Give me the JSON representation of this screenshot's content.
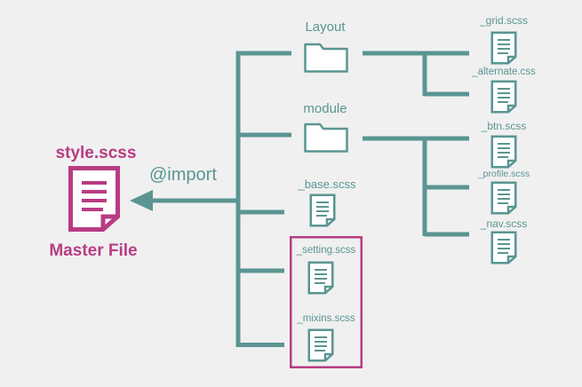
{
  "colors": {
    "background": "#f0f0f0",
    "teal": "#5a9592",
    "magenta": "#b83c83"
  },
  "master": {
    "filename": "style.scss",
    "caption": "Master File",
    "icon": "file-icon"
  },
  "import_label": "@import",
  "folders": {
    "layout": {
      "name": "Layout",
      "icon": "folder-icon",
      "files": [
        "_grid.scss",
        "_alternate.css"
      ]
    },
    "module": {
      "name": "module",
      "icon": "folder-icon",
      "files": [
        "_btn.scss",
        "_profile.scss",
        "_nav.scss"
      ]
    }
  },
  "partials": {
    "base": "_base.scss",
    "setting": "_setting.scss",
    "mixins": "_mixins.scss"
  }
}
